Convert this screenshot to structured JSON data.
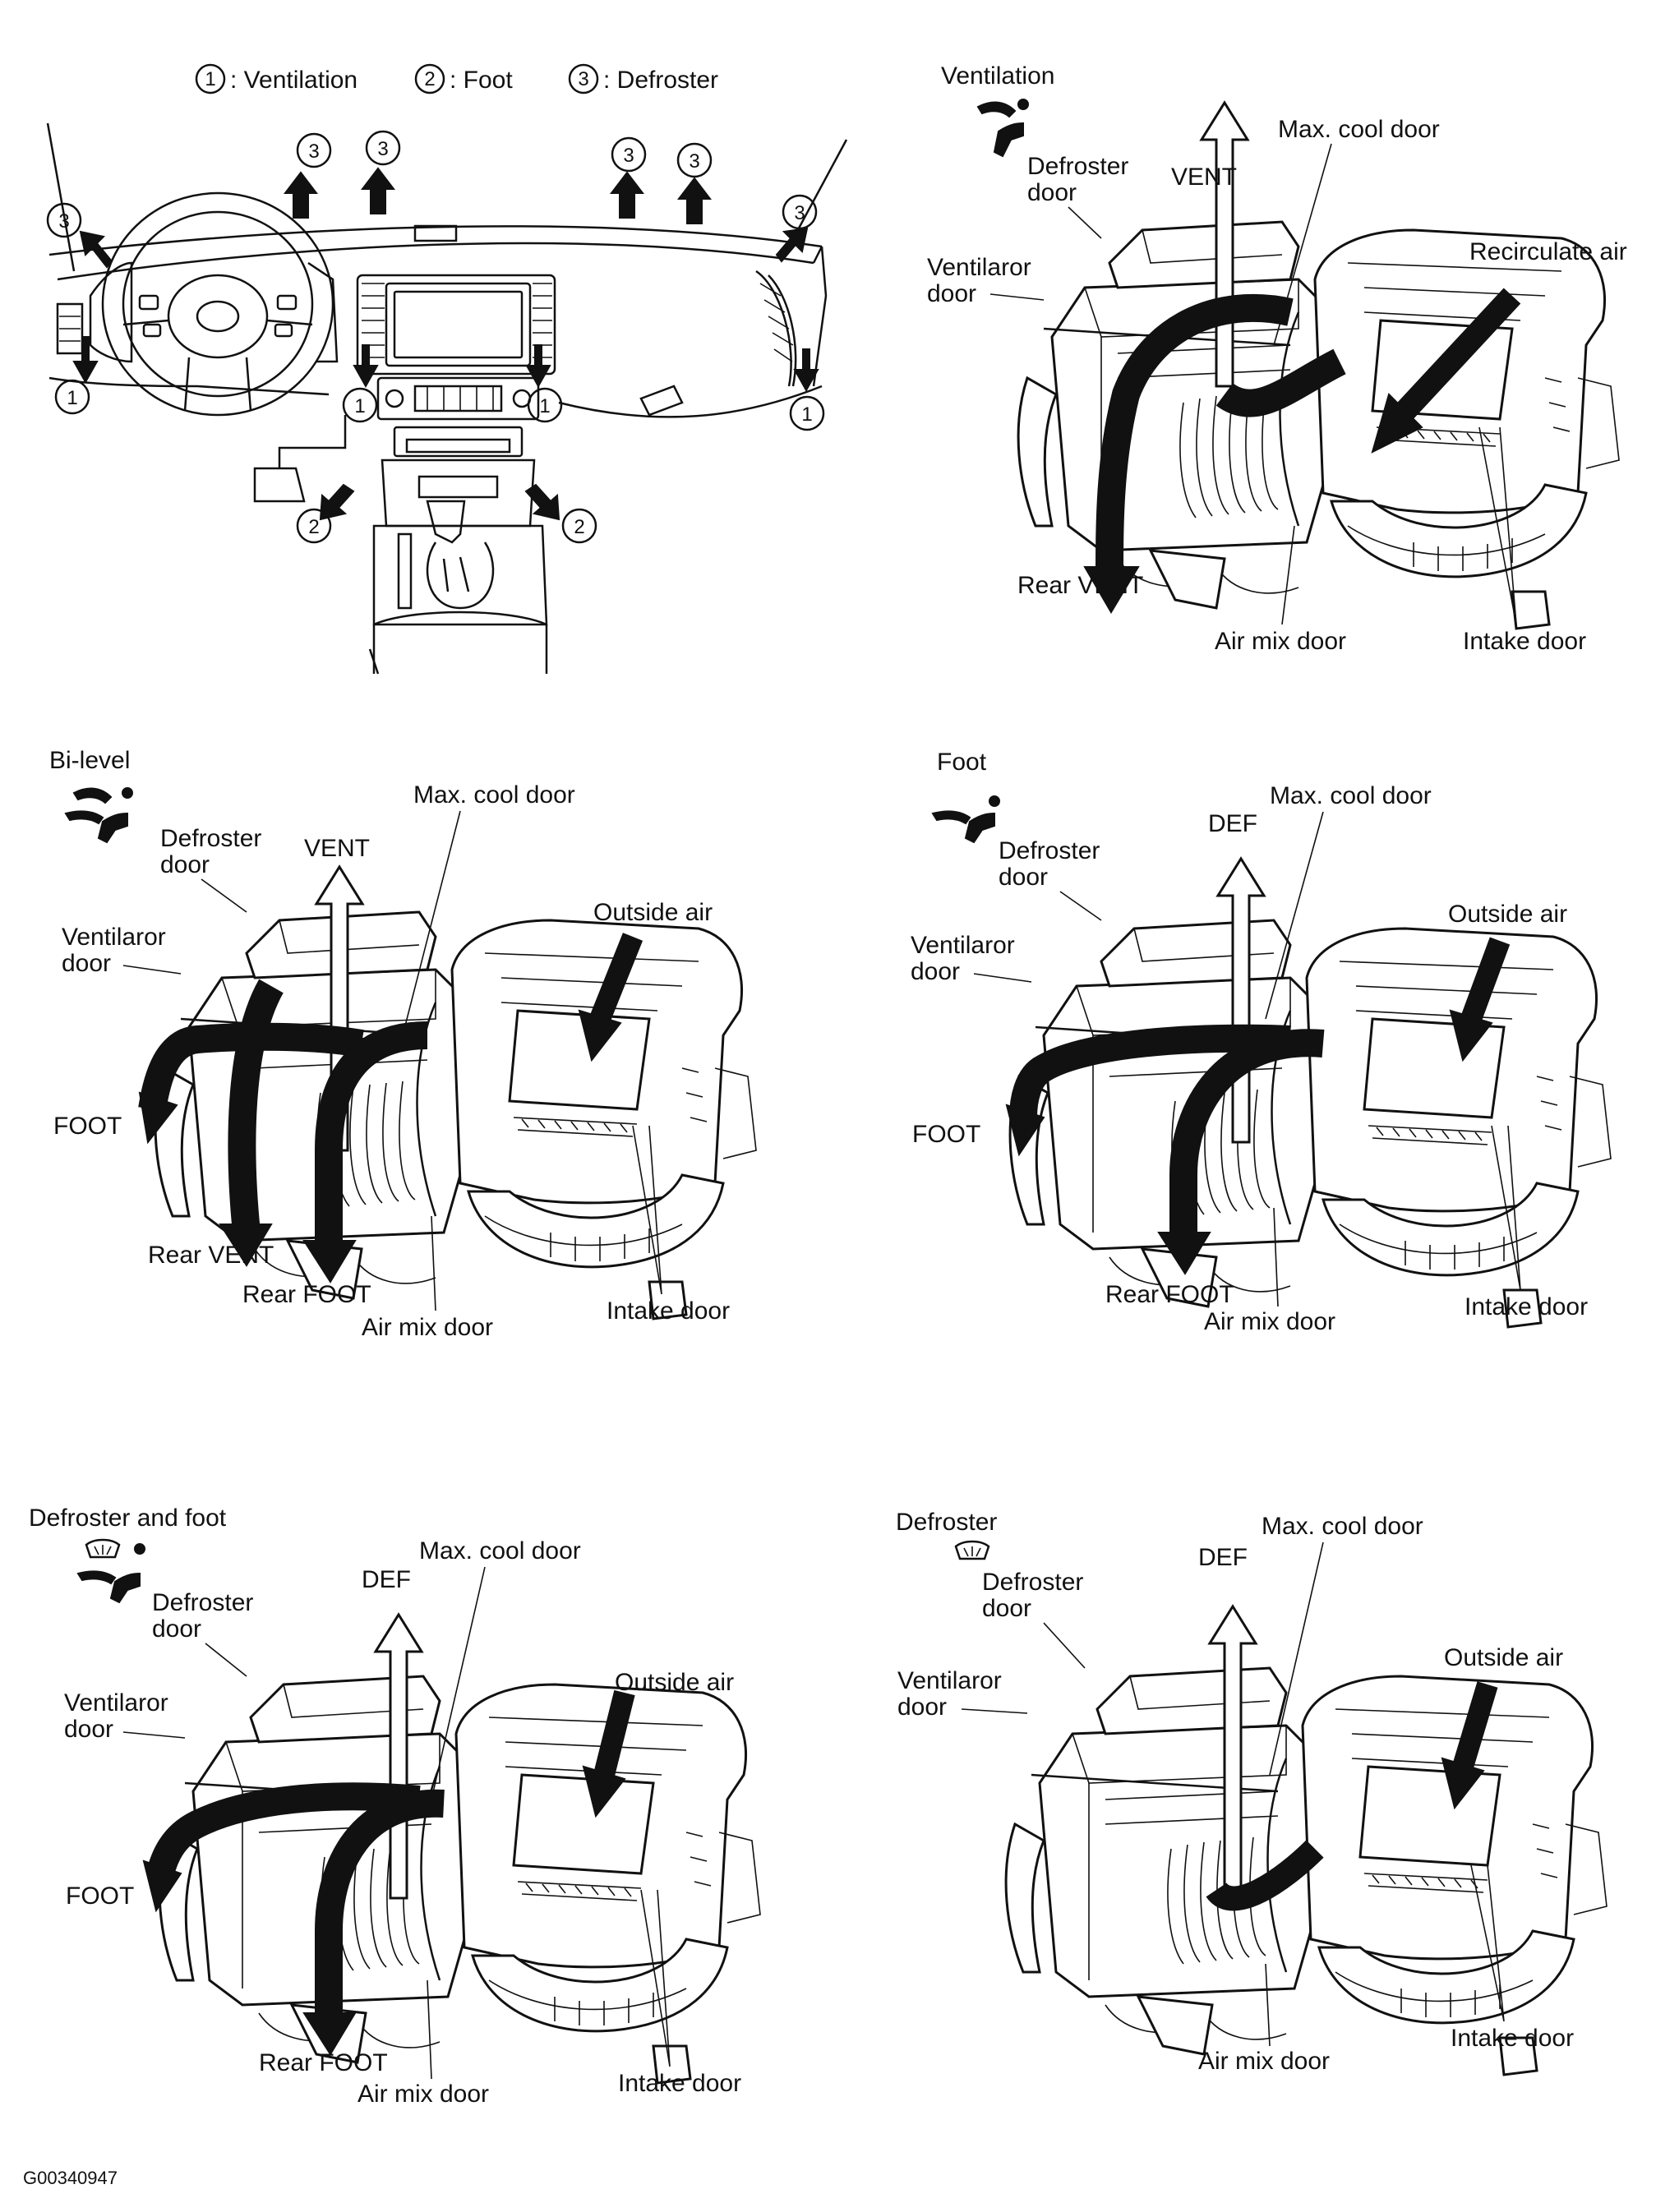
{
  "legend": {
    "ventilation": {
      "num": "1",
      "label": ": Ventilation"
    },
    "foot": {
      "num": "2",
      "label": ": Foot"
    },
    "defroster": {
      "num": "3",
      "label": ": Defroster"
    }
  },
  "dash_markers": [
    "3",
    "3",
    "3",
    "3",
    "3",
    "3",
    "1",
    "1",
    "1",
    "1",
    "2",
    "2"
  ],
  "panels": {
    "ventilation": {
      "title": "Ventilation",
      "defroster_door": [
        "Defroster",
        "door"
      ],
      "ventilator_door": [
        "Ventilaror",
        "door"
      ],
      "vent": "VENT",
      "max_cool_door": "Max. cool door",
      "air_source": "Recirculate air",
      "rear_vent": "Rear VENT",
      "air_mix_door": "Air mix door",
      "intake_door": "Intake door"
    },
    "bilevel": {
      "title": "Bi-level",
      "defroster_door": [
        "Defroster",
        "door"
      ],
      "ventilator_door": [
        "Ventilaror",
        "door"
      ],
      "vent": "VENT",
      "max_cool_door": "Max. cool door",
      "air_source": "Outside air",
      "foot": "FOOT",
      "rear_vent": "Rear VENT",
      "rear_foot": "Rear FOOT",
      "air_mix_door": "Air mix door",
      "intake_door": "Intake door"
    },
    "foot": {
      "title": "Foot",
      "defroster_door": [
        "Defroster",
        "door"
      ],
      "ventilator_door": [
        "Ventilaror",
        "door"
      ],
      "def": "DEF",
      "max_cool_door": "Max. cool door",
      "air_source": "Outside air",
      "foot": "FOOT",
      "rear_foot": "Rear FOOT",
      "air_mix_door": "Air mix door",
      "intake_door": "Intake door"
    },
    "defroster_foot": {
      "title": "Defroster and foot",
      "defroster_door": [
        "Defroster",
        "door"
      ],
      "ventilator_door": [
        "Ventilaror",
        "door"
      ],
      "def": "DEF",
      "max_cool_door": "Max. cool door",
      "air_source": "Outside air",
      "foot": "FOOT",
      "rear_foot": "Rear FOOT",
      "air_mix_door": "Air mix door",
      "intake_door": "Intake door"
    },
    "defroster": {
      "title": "Defroster",
      "defroster_door": [
        "Defroster",
        "door"
      ],
      "ventilator_door": [
        "Ventilaror",
        "door"
      ],
      "def": "DEF",
      "max_cool_door": "Max. cool door",
      "air_source": "Outside air",
      "air_mix_door": "Air mix door",
      "intake_door": "Intake door"
    }
  },
  "figure_code": "G00340947"
}
